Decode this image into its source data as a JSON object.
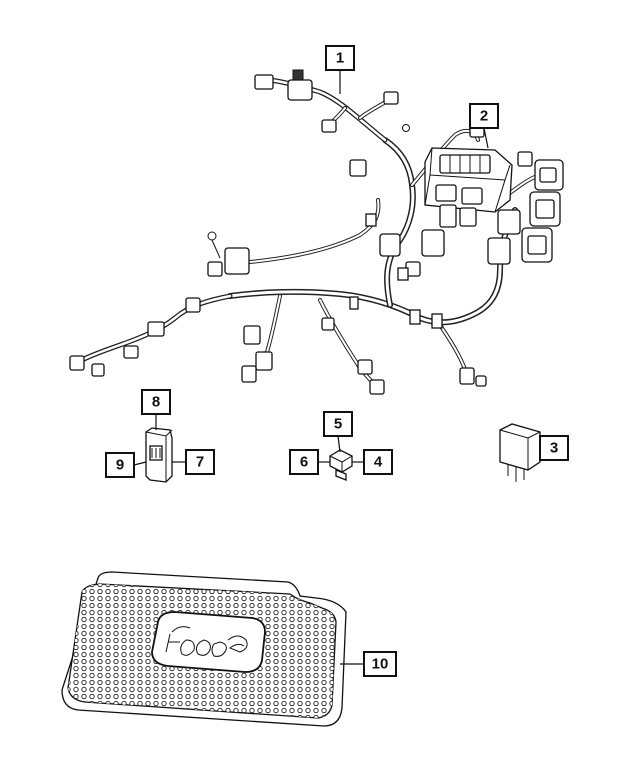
{
  "callouts": {
    "c1": "1",
    "c2": "2",
    "c3": "3",
    "c4": "4",
    "c5": "5",
    "c6": "6",
    "c7": "7",
    "c8": "8",
    "c9": "9",
    "c10": "10"
  },
  "icons": {
    "wiring_harness": "wiring-harness-icon",
    "fuse_box": "fuse-box-icon",
    "relay": "relay-icon",
    "clip": "clip-icon",
    "connector": "connector-icon",
    "engine_cover": "engine-cover-icon",
    "emblem": "fiat-500e-emblem-icon"
  },
  "colors": {
    "line": "#111111",
    "background": "#ffffff"
  }
}
